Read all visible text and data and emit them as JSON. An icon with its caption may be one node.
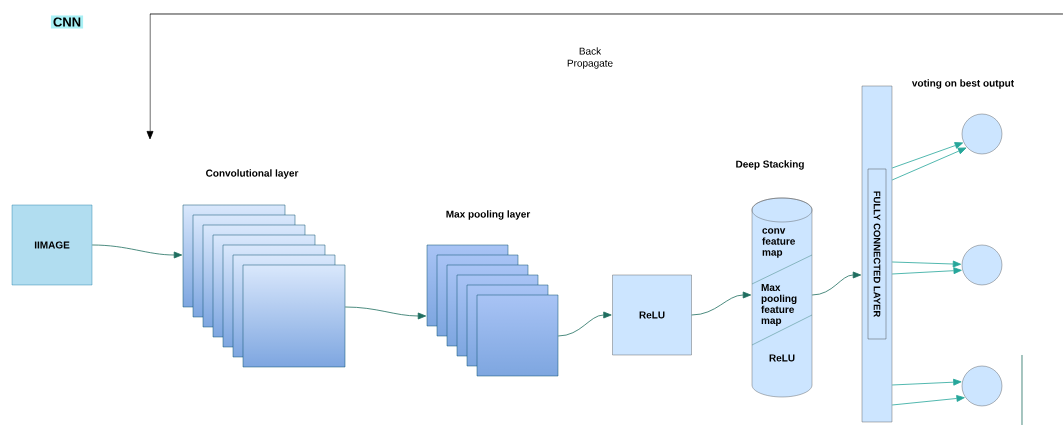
{
  "diagram": {
    "title": "CNN",
    "nodes": [
      {
        "text": [
          "IIMAGE"
        ]
      },
      {
        "text": [
          "Convolutional layer"
        ]
      },
      {
        "text": [
          "Max pooling layer"
        ]
      },
      {
        "text": [
          "ReLU"
        ]
      },
      {
        "text": [
          "Deep Stacking",
          "conv feature map",
          "Max pooling feature map",
          "ReLU"
        ]
      },
      {
        "text": [],
        "shape": "bar"
      },
      {
        "text": [
          "FULLY CONNECTED LAYER"
        ],
        "in": 5
      },
      {
        "text": [],
        "shape": "circle"
      },
      {
        "text": [],
        "shape": "circle"
      },
      {
        "text": [],
        "shape": "circle"
      }
    ],
    "edges": [
      {
        "from": 0,
        "to": 1,
        "arrow": "to"
      },
      {
        "from": 1,
        "to": 2,
        "arrow": "to"
      },
      {
        "from": 2,
        "to": 3,
        "arrow": "to"
      },
      {
        "from": 3,
        "to": 4,
        "arrow": "to"
      },
      {
        "from": 4,
        "to": 5,
        "arrow": "to"
      },
      {
        "from": null,
        "to": 1,
        "arrow": "to",
        "label": "Back Propagate",
        "color": "#000000"
      },
      {
        "from": 5,
        "to": 7,
        "arrow": "to",
        "color": "#26a69a"
      },
      {
        "from": 5,
        "to": 7,
        "arrow": "to",
        "color": "#26a69a"
      },
      {
        "from": 5,
        "to": 8,
        "arrow": "to",
        "color": "#26a69a"
      },
      {
        "from": 5,
        "to": 8,
        "arrow": "to",
        "color": "#26a69a"
      },
      {
        "from": 5,
        "to": 9,
        "arrow": "to",
        "color": "#26a69a"
      },
      {
        "from": 5,
        "to": 9,
        "arrow": "to",
        "color": "#26a69a"
      }
    ],
    "labels": [
      "voting on best output"
    ]
  }
}
